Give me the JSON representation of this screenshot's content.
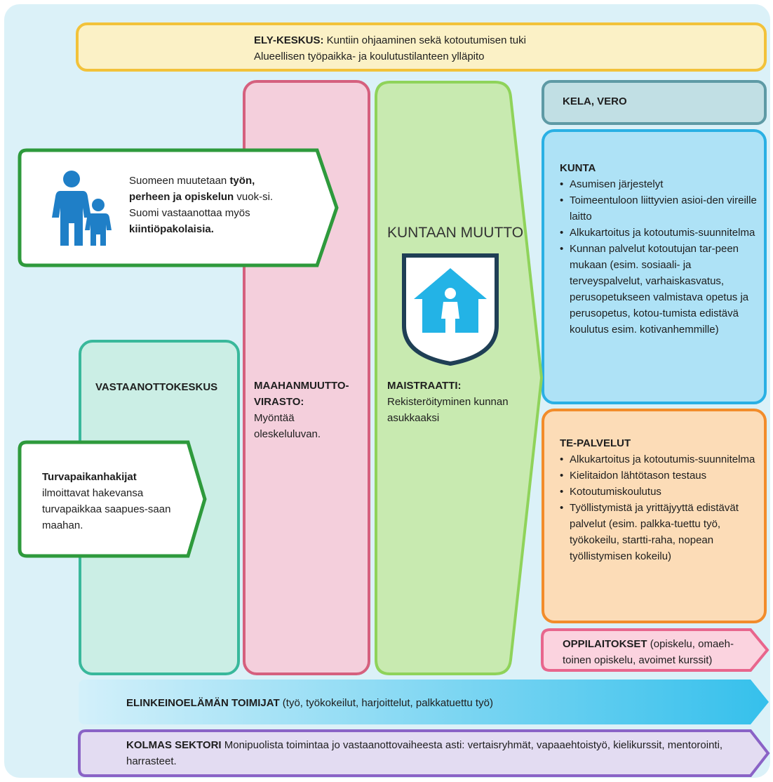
{
  "ely": {
    "title": "ELY-KESKUS:",
    "line1_rest": " Kuntiin ohjaaminen sekä kotoutumisen tuki",
    "line2": "Alueellisen työpaikka- ja koulutustilanteen ylläpito"
  },
  "kela": {
    "title": "KELA, VERO"
  },
  "kunta": {
    "title": "KUNTA",
    "items": [
      "Asumisen järjestelyt",
      "Toimeentuloon liittyvien asioi-den vireille laitto",
      "Alkukartoitus ja kotoutumis-suunnitelma",
      "Kunnan palvelut kotoutujan tar-peen mukaan (esim. sosiaali- ja terveyspalvelut, varhaiskasvatus, perusopetukseen valmistava opetus ja perusopetus, kotou-tumista edistävä koulutus esim. kotivanhemmille)"
    ]
  },
  "te": {
    "title": "TE-PALVELUT",
    "items": [
      "Alkukartoitus ja kotoutumis-suunnitelma",
      "Kielitaidon lähtötason testaus",
      "Kotoutumiskoulutus",
      "Työllistymistä ja yrittäjyyttä edistävät palvelut (esim. palkka-tuettu työ, työkokeilu, startti-raha, nopean työllistymisen kokeilu)"
    ]
  },
  "oppilaitokset": {
    "title": "OPPILAITOKSET",
    "rest": " (opiskelu, omaeh-toinen opiskelu, avoimet kurssit)"
  },
  "migrants": {
    "p1": "Suomeen muutetaan ",
    "b1": "työn, perheen ja opiskelun",
    "p2": " vuok-si. Suomi vastaanottaa myös ",
    "b2": "kiintiöpakolaisia."
  },
  "asylum": {
    "bold": "Turvapaikanhakijat",
    "rest": " ilmoittavat hakevansa turvapaikkaa saapues-saan maahan."
  },
  "vastaanottokeskus": {
    "title": "VASTAANOTTOKESKUS"
  },
  "migri": {
    "title1": "MAAHANMUUTTO-",
    "title2": "VIRASTO:",
    "text": "Myöntää oleskeluluvan."
  },
  "maistraatti": {
    "heading": "KUNTAAN MUUTTO",
    "title": "MAISTRAATTI:",
    "text": "Rekisteröityminen kunnan asukkaaksi"
  },
  "elinkeino": {
    "title": "ELINKEINOELÄMÄN TOIMIJAT",
    "rest": " (työ, työkokeilut, harjoittelut, palkkatuettu työ)"
  },
  "kolmas": {
    "title": "KOLMAS SEKTORI",
    "rest": " Monipuolista toimintaa jo vastaanottovaiheesta asti: vertaisryhmät, vapaaehtoistyö, kielikurssit, mentorointi, harrasteet."
  },
  "colors": {
    "ely": "#f2c23a",
    "kela": "#5e9aa5",
    "kunta": "#2ab0e4",
    "te": "#f28c2b",
    "oppilaitokset": "#e8668d",
    "vastaanottokeskus": "#39b89b",
    "migri": "#d5607e",
    "maistraatti": "#8fd35a",
    "green": "#2e9a3c",
    "kolmas": "#8a63c6",
    "icon": "#1f7fc7",
    "house": "#23b3e6"
  },
  "icons": [
    "family-icon",
    "house-person-icon"
  ]
}
